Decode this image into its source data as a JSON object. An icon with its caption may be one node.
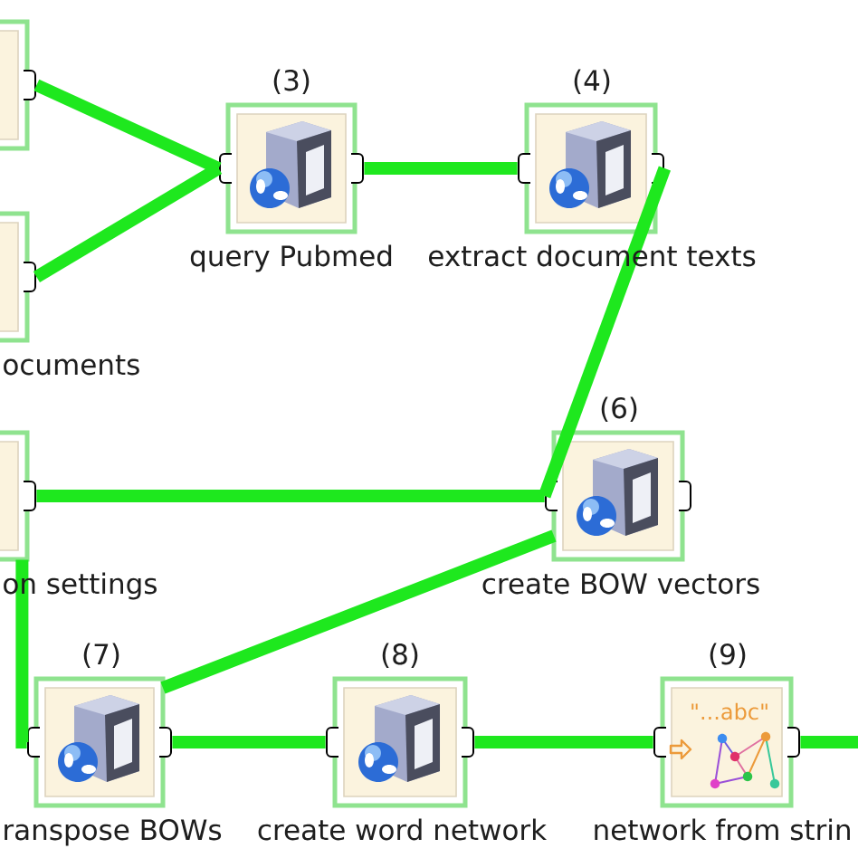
{
  "diagram": {
    "nodes": [
      {
        "text": [],
        "shape": "box"
      },
      {
        "text": [
          "ocuments"
        ]
      },
      {
        "text": [
          "(3)",
          "query Pubmed"
        ]
      },
      {
        "text": [
          "(4)",
          "extract document texts"
        ]
      },
      {
        "text": [
          "on settings"
        ]
      },
      {
        "text": [
          "(6)",
          "create BOW vectors"
        ]
      },
      {
        "text": [
          "(7)",
          "ranspose BOWs"
        ]
      },
      {
        "text": [
          "(8)",
          "create word network"
        ]
      },
      {
        "text": [
          "(9)",
          "network from strin"
        ]
      }
    ],
    "edges": [
      {
        "from": 0,
        "to": 2,
        "arrow": "none"
      },
      {
        "from": 1,
        "to": 2,
        "arrow": "none"
      },
      {
        "from": 2,
        "to": 3,
        "arrow": "none"
      },
      {
        "from": 3,
        "to": 5,
        "arrow": "none"
      },
      {
        "from": 4,
        "to": 5,
        "arrow": "none"
      },
      {
        "from": 4,
        "to": 6,
        "arrow": "none"
      },
      {
        "from": 5,
        "to": 6,
        "arrow": "none"
      },
      {
        "from": 6,
        "to": 7,
        "arrow": "none"
      },
      {
        "from": 7,
        "to": 8,
        "arrow": "none"
      },
      {
        "from": 8,
        "to": null,
        "arrow": "none"
      }
    ],
    "labels": [
      "\"...abc\""
    ]
  }
}
